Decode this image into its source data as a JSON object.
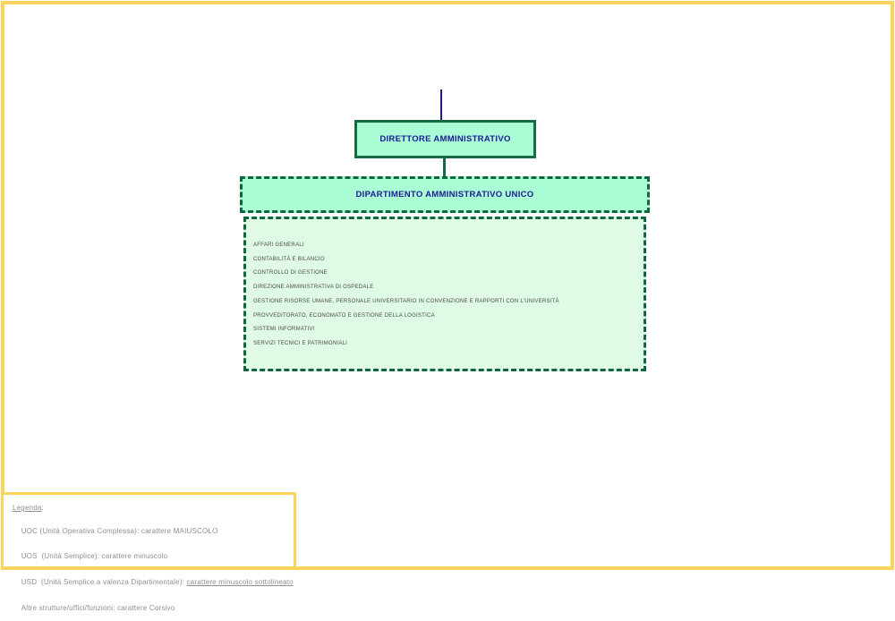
{
  "org_chart": {
    "root": {
      "label": "DIRETTORE AMMINISTRATIVO"
    },
    "department": {
      "label": "DIPARTIMENTO AMMINISTRATIVO UNICO"
    },
    "units": [
      "AFFARI GENERALI",
      "CONTABILITÀ E BILANCIO",
      "CONTROLLO DI GESTIONE",
      "DIREZIONE AMMINISTRATIVA DI OSPEDALE",
      "GESTIONE RISORSE UMANE, PERSONALE UNIVERSITARIO IN CONVENZIONE E RAPPORTI CON L'UNIVERSITÀ",
      "PROVVEDITORATO, ECONOMATO E GESTIONE DELLA LOGISTICA",
      "SISTEMI INFORMATIVI",
      "SERVIZI TECNICI E PATRIMONIALI"
    ]
  },
  "legend": {
    "title": "Legenda",
    "title_suffix": ":",
    "lines": [
      {
        "prefix": "UOC (Unità Operativa Complessa): carattere MAIUSCOLO",
        "underlined": ""
      },
      {
        "prefix": "UOS  (Unità Semplice): carattere minuscolo",
        "underlined": ""
      },
      {
        "prefix": "USD  (Unità Semplice a valenza Dipartimentale): ",
        "underlined": "carattere minuscolo sottolineato"
      },
      {
        "prefix": "Altre strutture/uffici/funzioni: carattere Corsivo",
        "underlined": ""
      }
    ]
  },
  "colors": {
    "frame_gold": "#FBD45C",
    "border_green": "#10663F",
    "border_green_solid": "#156B45",
    "fill_mint": "#AAFCD4",
    "fill_pale": "#DFFAE5",
    "text_navy": "#1B1B96",
    "connector_navy": "#1A1A7E",
    "unit_gray": "#4A4A4A",
    "legend_gray": "#8F8F8F"
  }
}
